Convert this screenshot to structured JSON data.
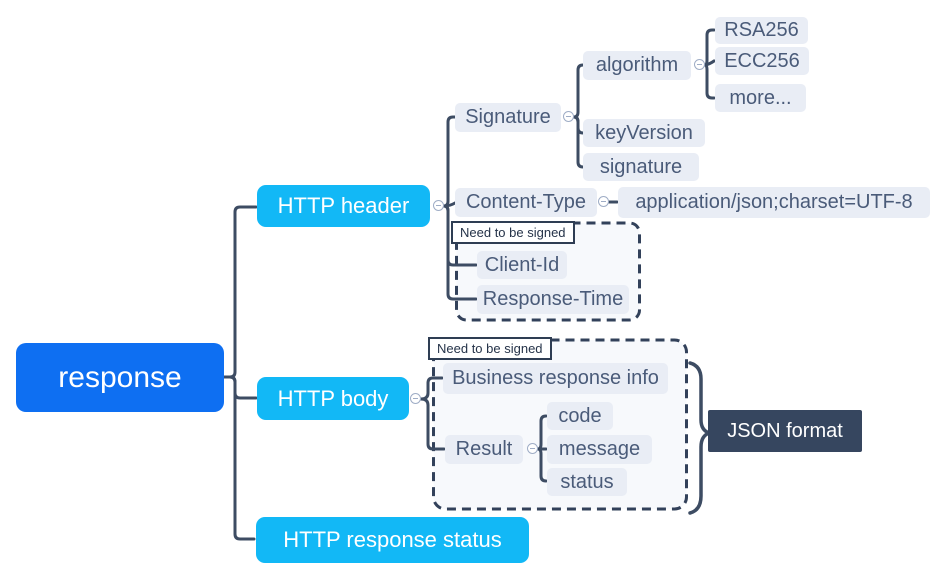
{
  "title": "response mind map",
  "colors": {
    "root_blue": "#0e6ff2",
    "child_cyan": "#12b8f6",
    "node_bg": "#e9edf5",
    "node_text": "#4a5b79",
    "line": "#3d4c63",
    "group_border": "#32415a",
    "group_fill": "#f7f9fc",
    "label_border": "#2e3d53",
    "label_text": "#253349",
    "dark_label_bg": "#36465f"
  },
  "nodes": {
    "root": {
      "label": "response"
    },
    "http_header": {
      "label": "HTTP header"
    },
    "http_body": {
      "label": "HTTP body"
    },
    "http_status": {
      "label": "HTTP response status"
    },
    "signature": {
      "label": "Signature"
    },
    "algorithm": {
      "label": "algorithm"
    },
    "rsa256": {
      "label": "RSA256"
    },
    "ecc256": {
      "label": "ECC256"
    },
    "more": {
      "label": "more..."
    },
    "key_version": {
      "label": "keyVersion"
    },
    "signature_field": {
      "label": "signature"
    },
    "content_type": {
      "label": "Content-Type"
    },
    "content_type_value": {
      "label": "application/json;charset=UTF-8"
    },
    "client_id": {
      "label": "Client-Id"
    },
    "response_time": {
      "label": "Response-Time"
    },
    "business_info": {
      "label": "Business response info"
    },
    "result": {
      "label": "Result"
    },
    "code": {
      "label": "code"
    },
    "message": {
      "label": "message"
    },
    "status": {
      "label": "status"
    },
    "json_format": {
      "label": "JSON format"
    }
  },
  "groups": {
    "header_group": {
      "label": "Need to be signed"
    },
    "body_group": {
      "label": "Need to be signed"
    }
  },
  "icons": {
    "collapse": "collapse-minus-icon"
  }
}
